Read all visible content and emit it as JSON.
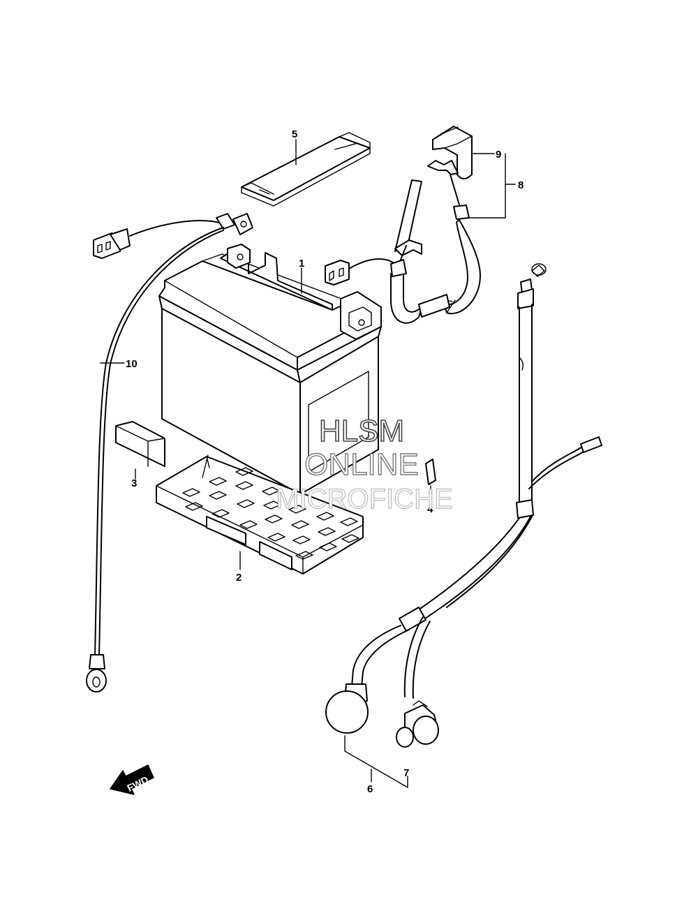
{
  "callouts": {
    "c1": "1",
    "c2": "2",
    "c3": "3",
    "c4": "4",
    "c5": "5",
    "c6": "6",
    "c7": "7",
    "c8": "8",
    "c9": "9",
    "c10": "10"
  },
  "watermark": {
    "line1": "HLSM",
    "line2": "ONLINE",
    "line3": "MICROFICHE"
  },
  "direction_arrow": {
    "label": "FWD"
  },
  "colors": {
    "line": "#000000",
    "background": "#ffffff"
  }
}
